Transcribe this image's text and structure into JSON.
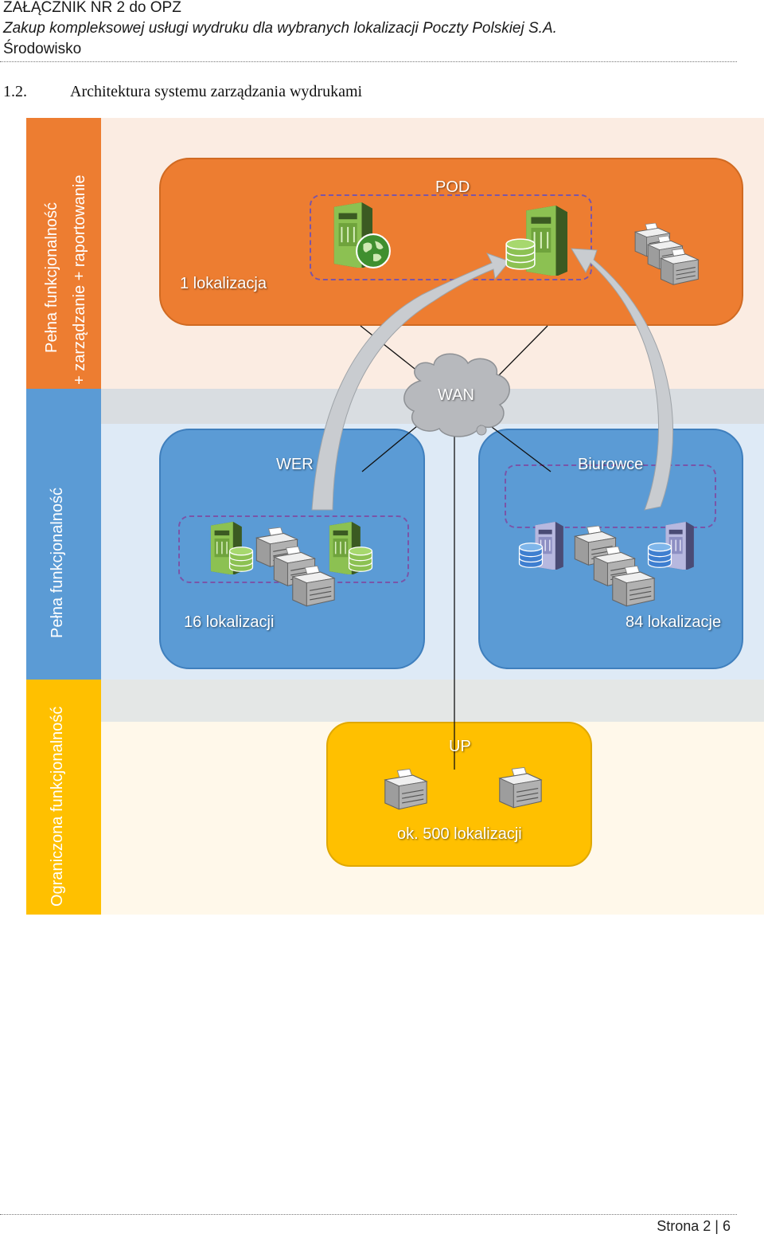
{
  "header": {
    "line1": "ZAŁĄCZNIK NR 2 do OPZ",
    "line2": "Zakup kompleksowej usługi wydruku dla wybranych lokalizacji Poczty Polskiej S.A.",
    "line3": "Środowisko"
  },
  "section": {
    "number": "1.2.",
    "title": "Architektura systemu zarządzania wydrukami"
  },
  "sidebar": {
    "top_line1": "Pełna funkcjonalność",
    "top_line2": "+ zarządzanie + raportowanie",
    "middle": "Pełna funkcjonalność",
    "bottom": "Ograniczona funkcjonalność"
  },
  "nodes": {
    "pod": {
      "label": "POD",
      "sites": "1 lokalizacja"
    },
    "wan": {
      "label": "WAN"
    },
    "wer": {
      "label": "WER",
      "sites": "16 lokalizacji"
    },
    "biurowce": {
      "label": "Biurowce",
      "sites": "84 lokalizacje"
    },
    "up": {
      "label": "UP",
      "sites": "ok. 500 lokalizacji"
    }
  },
  "colors": {
    "orange": "#ED7D31",
    "blue": "#5B9BD5",
    "yellow": "#FFC000",
    "band_orange": "#FBECE2",
    "band_blue": "#DEEAF6",
    "band_yellow": "#FFF8EA",
    "band_gray": "#D9DDE1",
    "server_green": "#8CC152"
  },
  "icons": [
    "web-server-icon",
    "database-server-icon",
    "printer-icon",
    "cloud-icon",
    "server-icon"
  ],
  "footer": {
    "page": "Strona 2 | 6"
  }
}
